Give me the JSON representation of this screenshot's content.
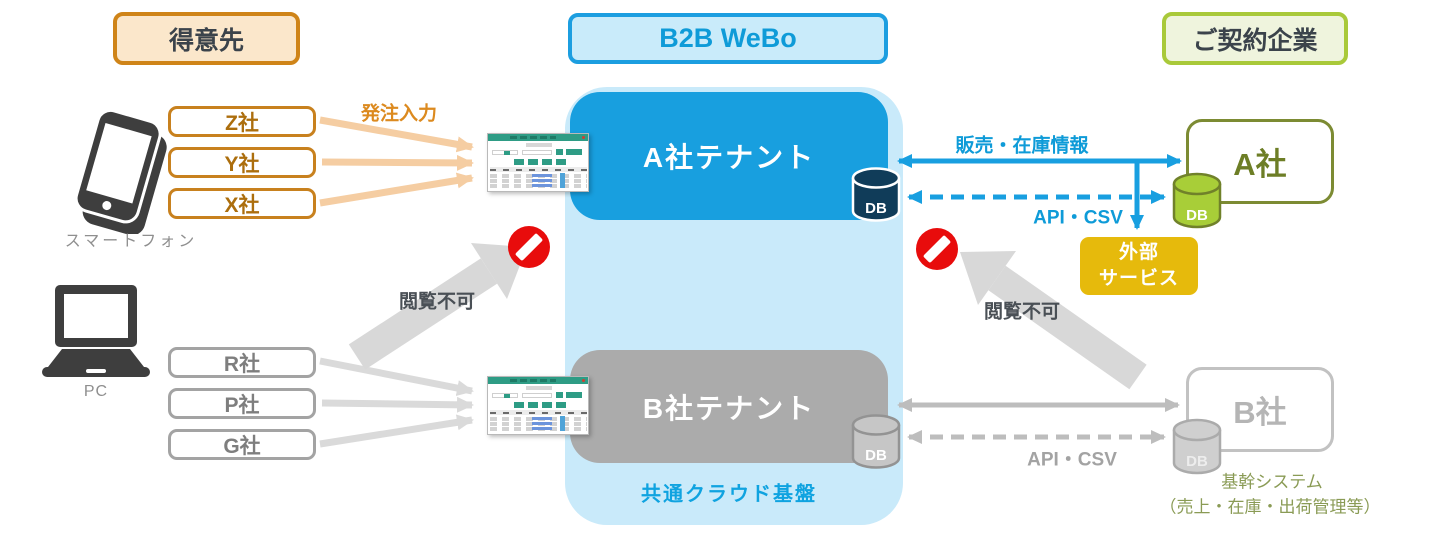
{
  "headers": {
    "customers": "得意先",
    "platform": "B2B WeBo",
    "contracted": "ご契約企業"
  },
  "left": {
    "smartphone_label": "スマートフォン",
    "pc_label": "PC",
    "smartphone_companies": [
      "Z社",
      "Y社",
      "X社"
    ],
    "pc_companies": [
      "R社",
      "P社",
      "G社"
    ],
    "order_input_label": "発注入力"
  },
  "cloud": {
    "tenant_a": "A社テナント",
    "tenant_b": "B社テナント",
    "db_label": "DB",
    "platform_label": "共通クラウド基盤"
  },
  "right": {
    "company_a": "A社",
    "company_b": "B社",
    "external_service_line1": "外部",
    "external_service_line2": "サービス",
    "sales_inventory_label": "販売・在庫情報",
    "api_csv_label": "API・CSV",
    "core_system_line1": "基幹システム",
    "core_system_line2": "（売上・在庫・出荷管理等）"
  },
  "restrictions": {
    "no_view_label": "閲覧不可"
  },
  "colors": {
    "accent_blue": "#189FDF",
    "light_blue_bg": "#C9EAFA",
    "orange_border": "#CF8418",
    "green_border": "#A9C93A",
    "yellow_box": "#E6BA0C",
    "navy_db": "#103C59",
    "green_db": "#A8CE38",
    "olive_border": "#7C8B33",
    "prohibit_red": "#E80C0C",
    "gray_tenant": "#ABABAB"
  }
}
